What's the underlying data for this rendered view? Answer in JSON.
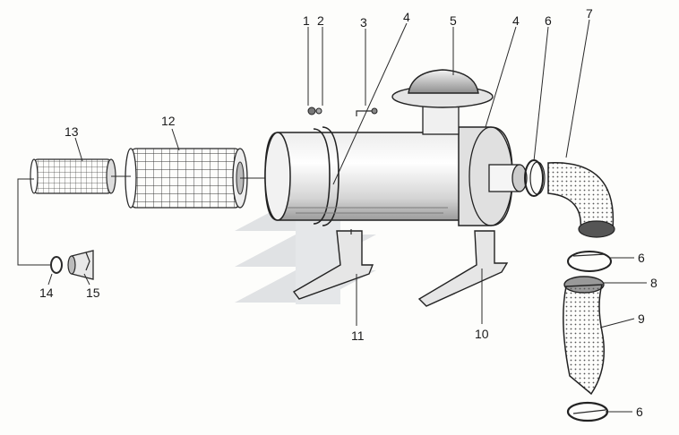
{
  "colors": {
    "ink": "#2a2a2a",
    "shade": "#7a7a7a",
    "background": "#fdfdfb",
    "watermark": "#c9ccd2"
  },
  "parts": [
    {
      "id": "p1",
      "label": "1",
      "icon": "bolt-icon"
    },
    {
      "id": "p2",
      "label": "2",
      "icon": "washer-icon"
    },
    {
      "id": "p3",
      "label": "3",
      "icon": "stud-icon"
    },
    {
      "id": "p4a",
      "label": "4",
      "icon": "clamp-band-icon"
    },
    {
      "id": "p5",
      "label": "5",
      "icon": "cap-icon"
    },
    {
      "id": "p4b",
      "label": "4",
      "icon": "clamp-band-icon"
    },
    {
      "id": "p6a",
      "label": "6",
      "icon": "hose-clamp-icon"
    },
    {
      "id": "p7",
      "label": "7",
      "icon": "elbow-hose-icon"
    },
    {
      "id": "p6b",
      "label": "6",
      "icon": "hose-clamp-icon"
    },
    {
      "id": "p8",
      "label": "8",
      "icon": "ring-icon"
    },
    {
      "id": "p9",
      "label": "9",
      "icon": "hose-icon"
    },
    {
      "id": "p6c",
      "label": "6",
      "icon": "hose-clamp-icon"
    },
    {
      "id": "p10",
      "label": "10",
      "icon": "bracket-icon"
    },
    {
      "id": "p11",
      "label": "11",
      "icon": "bracket-icon"
    },
    {
      "id": "p12",
      "label": "12",
      "icon": "filter-element-icon"
    },
    {
      "id": "p13",
      "label": "13",
      "icon": "filter-element-icon"
    },
    {
      "id": "p14",
      "label": "14",
      "icon": "gasket-icon"
    },
    {
      "id": "p15",
      "label": "15",
      "icon": "wing-nut-icon"
    }
  ]
}
